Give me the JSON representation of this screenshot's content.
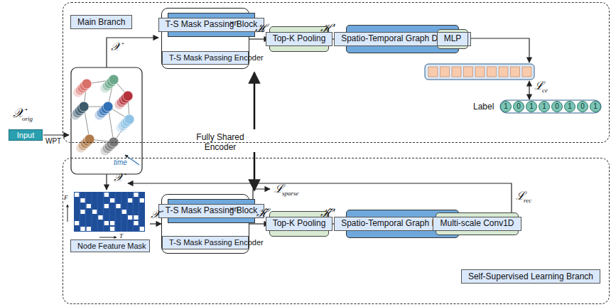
{
  "diagram": {
    "nodes": [
      {
        "text": [
          "Main Branch"
        ]
      },
      {
        "text": [
          "T-S Mask Passing Encoder"
        ],
        "in": 0
      },
      {
        "text": [
          "T-S Mask Passing Block"
        ],
        "in": 1
      },
      {
        "text": [
          "Top-K Pooling"
        ],
        "in": 0
      },
      {
        "text": [
          "Spatio-Temporal Graph Decoder"
        ],
        "in": 0
      },
      {
        "text": [
          "MLP"
        ],
        "in": 0
      },
      {
        "text": [
          "Input"
        ]
      },
      {
        "text": [
          "Self-Supervised Learning Branch"
        ]
      },
      {
        "text": [
          "Node Feature Mask"
        ],
        "in": 7
      },
      {
        "text": [
          "T-S Mask Passing Encoder"
        ],
        "in": 7
      },
      {
        "text": [
          "T-S Mask Passing Block"
        ],
        "in": 9
      },
      {
        "text": [
          "Top-K Pooling"
        ],
        "in": 7
      },
      {
        "text": [
          "Spatio-Temporal Graph Decoder"
        ],
        "in": 7
      },
      {
        "text": [
          "Multi-scale Conv1D"
        ],
        "in": 7
      }
    ],
    "edges": [
      {
        "from": 1,
        "to": 3,
        "arrow": "to"
      },
      {
        "from": 3,
        "to": 4,
        "arrow": "to"
      },
      {
        "from": 4,
        "to": 5,
        "arrow": "to"
      },
      {
        "from": 8,
        "to": 9,
        "arrow": "to"
      },
      {
        "from": 9,
        "to": 11,
        "arrow": "to"
      },
      {
        "from": 11,
        "to": 12,
        "arrow": "to"
      },
      {
        "from": 12,
        "to": 13,
        "arrow": "to"
      }
    ],
    "labels": [
      "𝒳",
      "orig",
      "WPT",
      "time",
      "𝒳",
      "ℋ",
      "ℋ′",
      "ℒ",
      "ce",
      "Label",
      "1",
      "0",
      "1",
      "1",
      "0",
      "1",
      "0",
      "1",
      "×n",
      "Fully Shared Encoder",
      "F",
      "T",
      "𝒳",
      "𝒳̃",
      "×n",
      "ℋ̃",
      "ℒ",
      "sparse",
      "ℋ̃′",
      "ℒ",
      "rec"
    ]
  }
}
